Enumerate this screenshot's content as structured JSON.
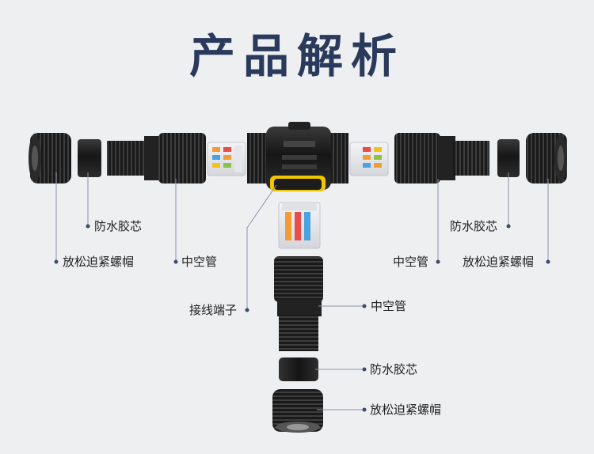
{
  "title": "产品解析",
  "labels": {
    "waterproof_core": "防水胶芯",
    "lock_nut": "放松迫紧螺帽",
    "hollow_tube": "中空管",
    "terminal": "接线端子"
  },
  "colors": {
    "title": "#2a3a5c",
    "background": "#eeeff1",
    "part_body": "#1c1c1c",
    "accent_yellow": "#f2c500",
    "callout_line": "#8c93a6"
  }
}
